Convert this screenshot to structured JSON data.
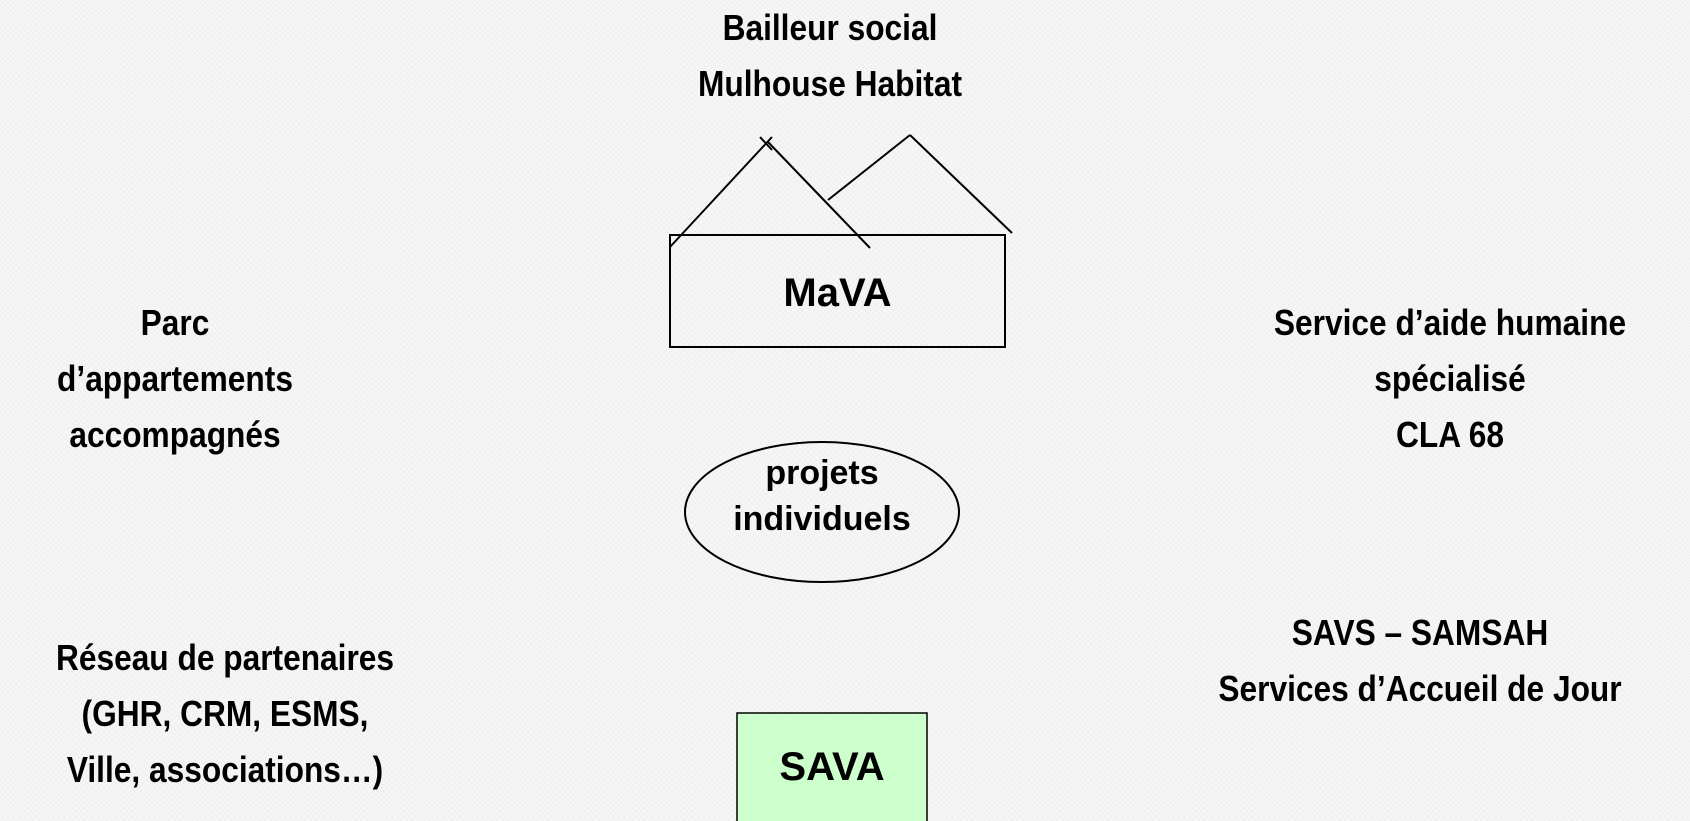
{
  "landlord": {
    "line1": "Bailleur social",
    "line2": "Mulhouse Habitat"
  },
  "park": {
    "line1": "Parc",
    "line2": "d’appartements",
    "line3": "accompagnés"
  },
  "service": {
    "line1": "Service d’aide humaine",
    "line2": "spécialisé",
    "line3": "CLA 68"
  },
  "partners": {
    "line1": "Réseau de partenaires",
    "line2": "(GHR, CRM, ESMS,",
    "line3": "Ville, associations…)"
  },
  "savs": {
    "line1": "SAVS – SAMSAH",
    "line2": "Services d’Accueil de Jour"
  },
  "mava": {
    "label": "MaVA"
  },
  "projects": {
    "line1": "projets",
    "line2": "individuels"
  },
  "sava": {
    "label": "SAVA",
    "fill": "#ccffcc"
  }
}
